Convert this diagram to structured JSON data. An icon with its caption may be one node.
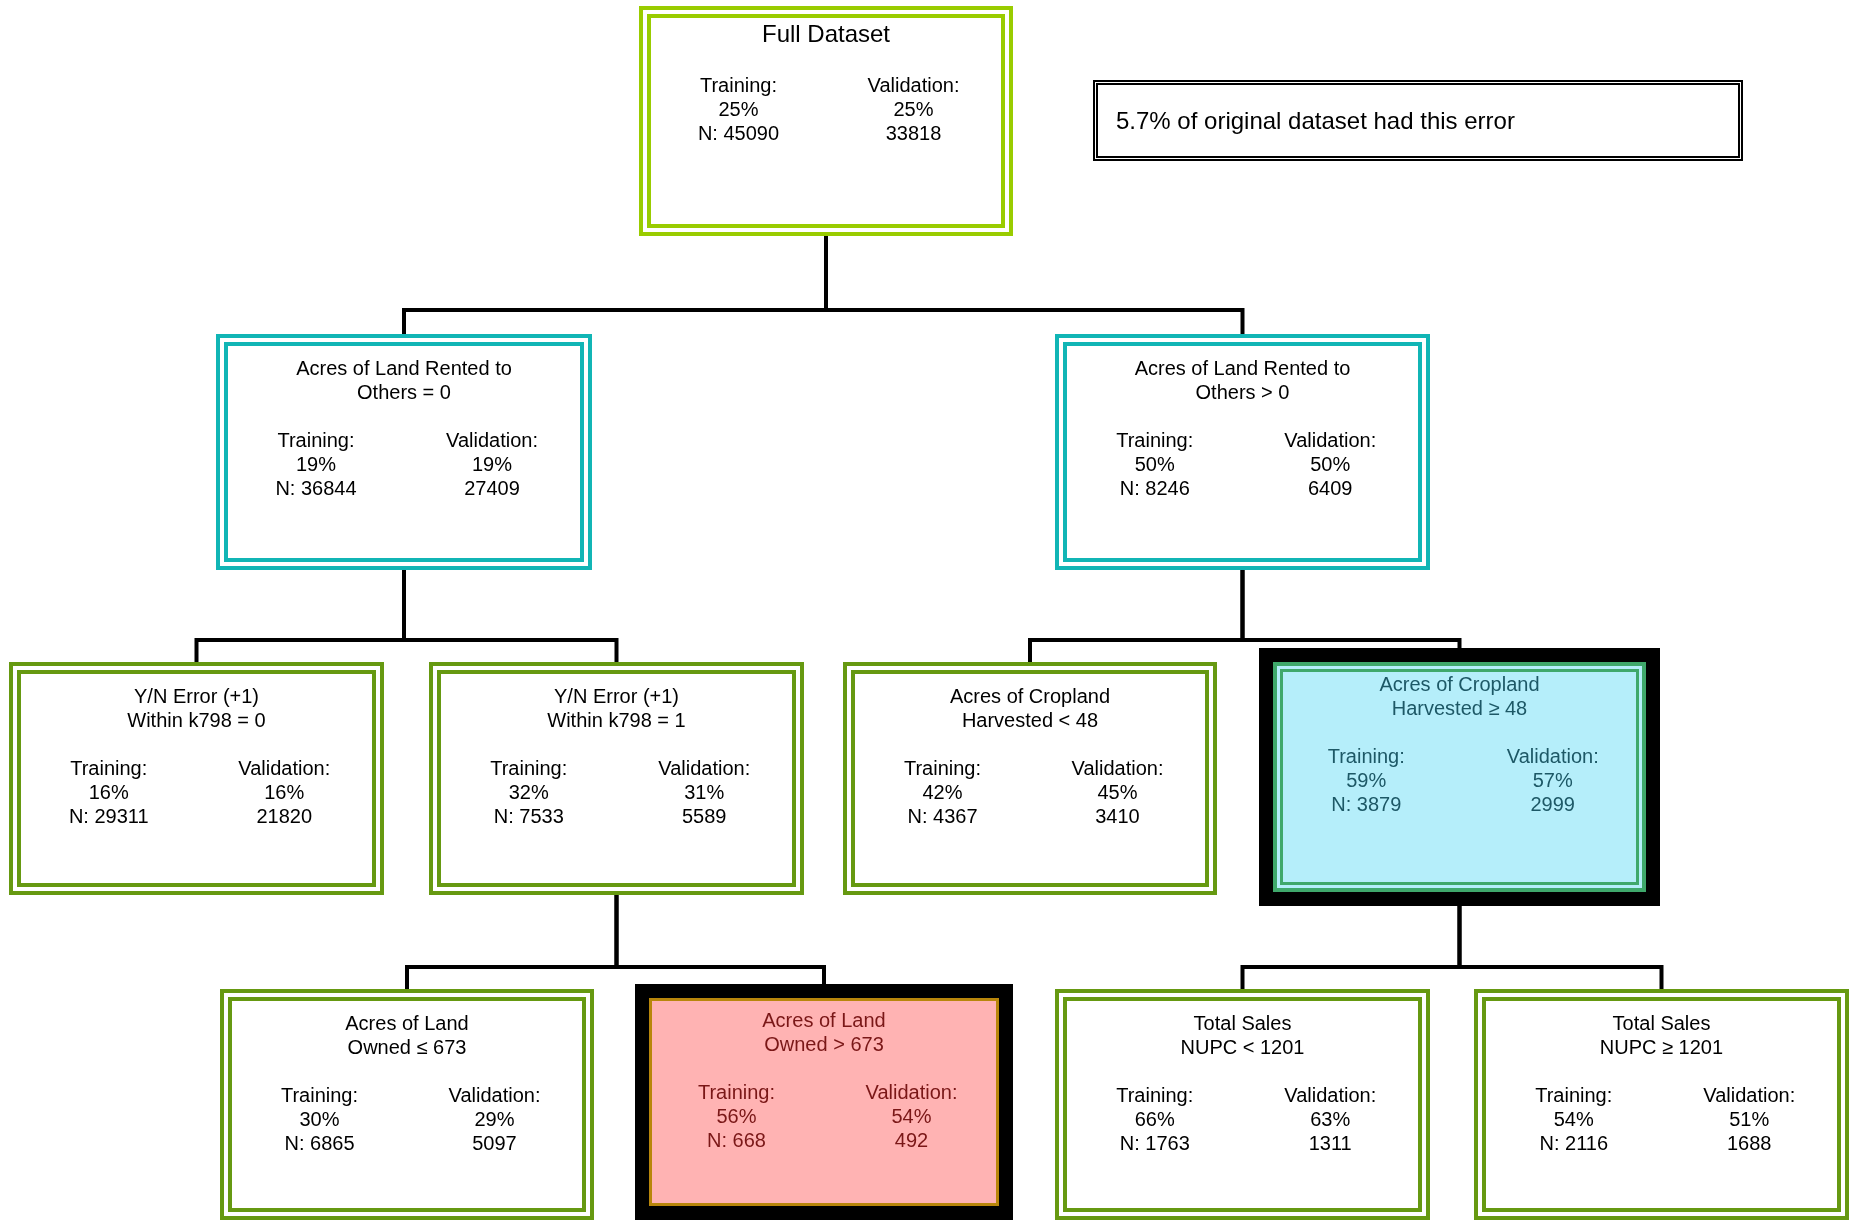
{
  "diagram": {
    "nodes": [
      {
        "text": [
          "Full Dataset",
          "Training:",
          "25%",
          "N: 45090",
          "Validation:",
          "25%",
          "33818"
        ]
      },
      {
        "text": [
          "5.7% of original dataset had this error"
        ]
      },
      {
        "text": [
          "Acres of Land Rented to Others = 0",
          "Training:",
          "19%",
          "N: 36844",
          "Validation:",
          "19%",
          "27409"
        ]
      },
      {
        "text": [
          "Acres of Land Rented to Others > 0",
          "Training:",
          "50%",
          "N: 8246",
          "Validation:",
          "50%",
          "6409"
        ]
      },
      {
        "text": [
          "Y/N Error (+1) Within k798 = 0",
          "Training:",
          "16%",
          "N: 29311",
          "Validation:",
          "16%",
          "21820"
        ]
      },
      {
        "text": [
          "Y/N Error (+1) Within k798 = 1",
          "Training:",
          "32%",
          "N: 7533",
          "Validation:",
          "31%",
          "5589"
        ]
      },
      {
        "text": [
          "Acres of Cropland Harvested < 48",
          "Training:",
          "42%",
          "N: 4367",
          "Validation:",
          "45%",
          "3410"
        ]
      },
      {
        "text": [
          "Acres of Cropland Harvested ≥ 48",
          "Training:",
          "59%",
          "N: 3879",
          "Validation:",
          "57%",
          "2999"
        ]
      },
      {
        "text": [
          "Acres of Land Owned ≤ 673",
          "Training:",
          "30%",
          "N: 6865",
          "Validation:",
          "29%",
          "5097"
        ]
      },
      {
        "text": [
          "Acres of Land Owned > 673",
          "Training:",
          "56%",
          "N: 668",
          "Validation:",
          "54%",
          "492"
        ]
      },
      {
        "text": [
          "Total Sales NUPC < 1201",
          "Training:",
          "66%",
          "N: 1763",
          "Validation:",
          "63%",
          "1311"
        ]
      },
      {
        "text": [
          "Total Sales NUPC ≥ 1201",
          "Training:",
          "54%",
          "N: 2116",
          "Validation:",
          "51%",
          "1688"
        ]
      }
    ],
    "edges": [
      {
        "from": 0,
        "to": 2,
        "arrow": "none"
      },
      {
        "from": 0,
        "to": 3,
        "arrow": "none"
      },
      {
        "from": 2,
        "to": 4,
        "arrow": "none"
      },
      {
        "from": 2,
        "to": 5,
        "arrow": "none"
      },
      {
        "from": 3,
        "to": 6,
        "arrow": "none"
      },
      {
        "from": 3,
        "to": 7,
        "arrow": "none"
      },
      {
        "from": 5,
        "to": 8,
        "arrow": "none"
      },
      {
        "from": 5,
        "to": 9,
        "arrow": "none"
      },
      {
        "from": 7,
        "to": 10,
        "arrow": "none"
      },
      {
        "from": 7,
        "to": 11,
        "arrow": "none"
      }
    ]
  }
}
